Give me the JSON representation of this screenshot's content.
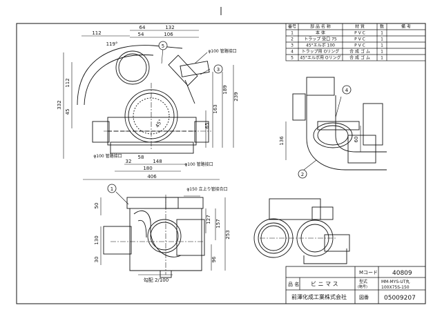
{
  "parts_table": {
    "headers": [
      "番号",
      "部 品 名 称",
      "材 質",
      "数",
      "備 考"
    ],
    "rows": [
      [
        "1",
        "本 体",
        "P V C",
        "1",
        ""
      ],
      [
        "2",
        "トラップ 受口 75",
        "P V C",
        "1",
        ""
      ],
      [
        "3",
        "45°エルボ 100",
        "P V C",
        "1",
        ""
      ],
      [
        "4",
        "トラップ用 Oリング",
        "合 成 ゴ ム",
        "1",
        ""
      ],
      [
        "5",
        "45°エルボ用 Oリング",
        "合 成 ゴ ム",
        "1",
        ""
      ]
    ]
  },
  "title_block": {
    "mcode_label": "Mコード",
    "mcode_value": "40809",
    "name_label": "品 名",
    "name_value": "ビ ニ マ ス",
    "model_label": "型式",
    "model_label2": "(略号)",
    "model_value_1": "MM-MYS-UT丸",
    "model_value_2": "100X75S-150",
    "company": "前澤化成工業株式会社",
    "drawing_no_label": "図番",
    "drawing_no_value": "05009207"
  },
  "dimensions": {
    "top_view": {
      "d112a": "112",
      "d64": "64",
      "d132": "132",
      "d54": "54",
      "d106": "106",
      "angle119": "119°",
      "pipe100_outlet": "φ100 管路接口",
      "d332": "332",
      "d112b": "112",
      "d45a": "45",
      "d163": "163",
      "d189": "189",
      "d239": "239",
      "d65": "65",
      "d45b": "45°",
      "pipe100_inlet_left": "φ100 管路接口",
      "d32": "32",
      "d58": "58",
      "d148": "148",
      "pipe100_inlet_right": "φ100 管路接口",
      "d180": "180",
      "d406": "406"
    },
    "front_view": {
      "pipe150_riser": "φ150 立上り管接合口",
      "d50": "50",
      "d130": "130",
      "d30": "30",
      "d127": "127",
      "d157": "157",
      "d253": "253",
      "d96": "96",
      "slope": "勾配 2/100"
    },
    "side_view": {
      "d136": "136",
      "d60": "60"
    }
  },
  "balloons": [
    "1",
    "2",
    "3",
    "4",
    "5"
  ]
}
